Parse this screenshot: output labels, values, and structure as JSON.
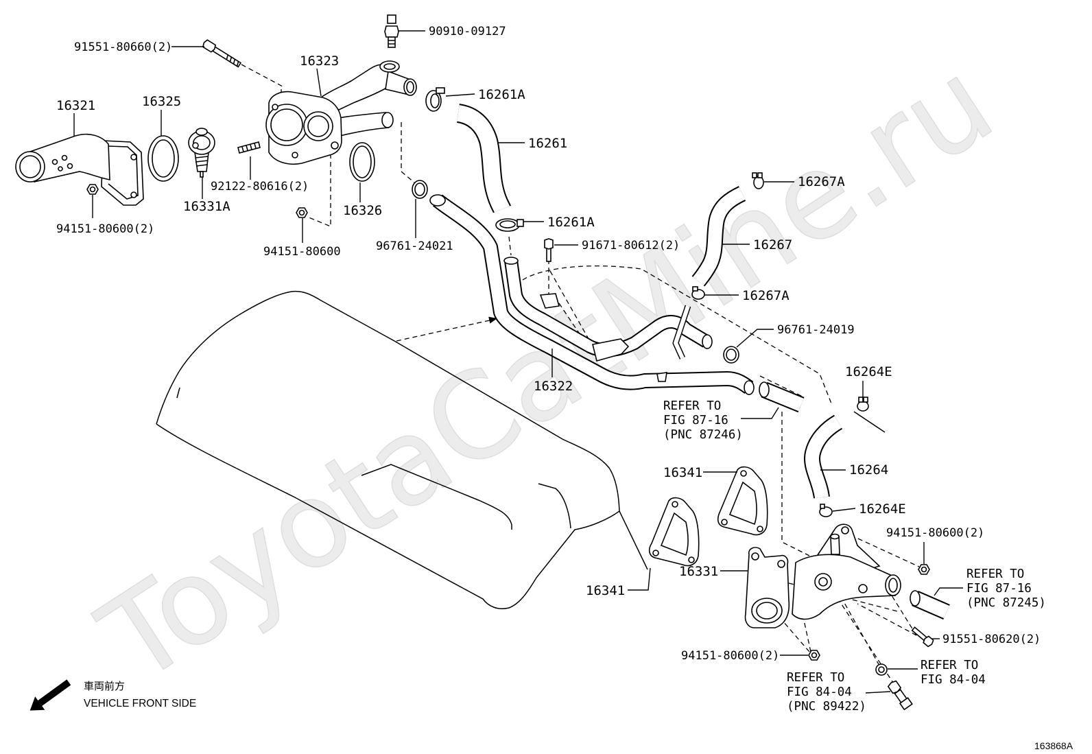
{
  "watermark": "ToyotaCatMine.ru",
  "figure_id": "163868A",
  "direction": {
    "jp": "車両前方",
    "en": "VEHICLE FRONT SIDE"
  },
  "labels": {
    "p91551_80660": "91551-80660(2)",
    "p90910_09127": "90910-09127",
    "p16323": "16323",
    "p16321": "16321",
    "p16325": "16325",
    "p16261A_top": "16261A",
    "p16261": "16261",
    "p92122_80616": "92122-80616(2)",
    "p16331A": "16331A",
    "p16326": "16326",
    "p94151_80600_left": "94151-80600(2)",
    "p94151_80600_single": "94151-80600",
    "p96761_24021": "96761-24021",
    "p16267A_top": "16267A",
    "p16261A_lower": "16261A",
    "p91671_80612": "91671-80612(2)",
    "p16267": "16267",
    "p16267A_lower": "16267A",
    "p96761_24019": "96761-24019",
    "p16264E_top": "16264E",
    "p16322": "16322",
    "p16341_upper": "16341",
    "p16264": "16264",
    "p16264E_lower": "16264E",
    "p94151_80600_right": "94151-80600(2)",
    "p16331": "16331",
    "p16341_lower": "16341",
    "p91551_80620": "91551-80620(2)",
    "p94151_80600_bottom": "94151-80600(2)"
  },
  "references": {
    "fig87_16_pnc87246": [
      "REFER TO",
      "FIG 87-16",
      "(PNC 87246)"
    ],
    "fig87_16_pnc87245": [
      "REFER TO",
      "FIG 87-16",
      "(PNC 87245)"
    ],
    "fig84_04_pnc89422": [
      "REFER TO",
      "FIG 84-04",
      "(PNC 89422)"
    ],
    "fig84_04": [
      "REFER TO",
      "FIG 84-04"
    ]
  }
}
